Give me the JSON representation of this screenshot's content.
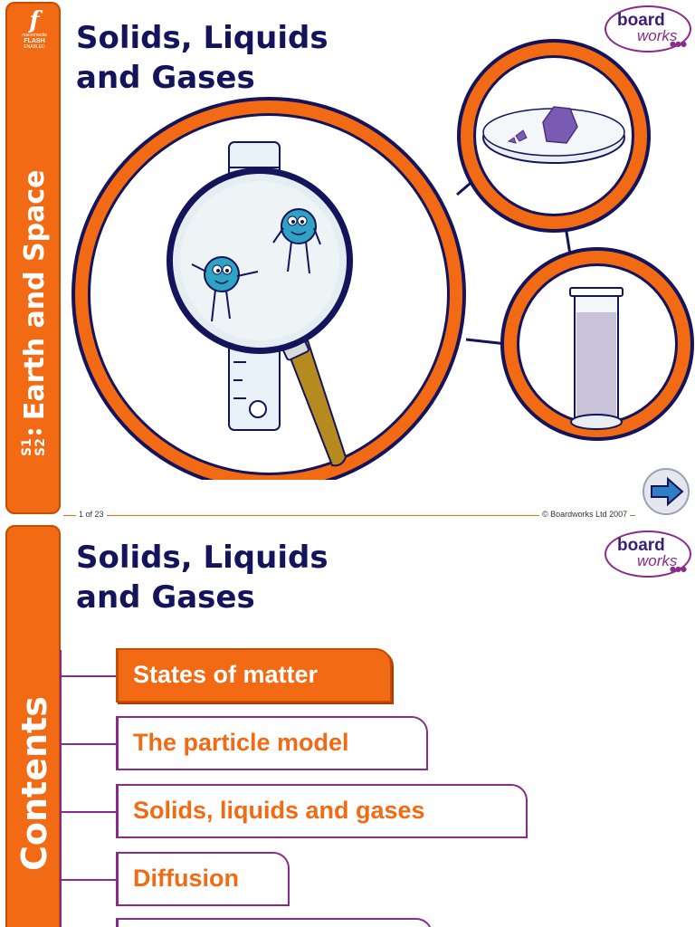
{
  "slide1": {
    "badge": {
      "line1": "macromedia",
      "line2": "FLASH",
      "line3": "ENABLED"
    },
    "sidebar": {
      "code_top": "S1",
      "code_bottom": "S2",
      "title": "Earth and Space"
    },
    "title_line1": "Solids, Liquids",
    "title_line2": "and Gases",
    "logo": {
      "board": "board",
      "works": "works"
    },
    "footer": {
      "page": "1 of 23",
      "copyright": "© Boardworks Ltd 2007"
    }
  },
  "slide2": {
    "sidebar": {
      "title": "Contents"
    },
    "title_line1": "Solids, Liquids",
    "title_line2": "and Gases",
    "logo": {
      "board": "board",
      "works": "works"
    },
    "menu": [
      {
        "label": "States of matter",
        "active": true
      },
      {
        "label": "The particle model",
        "active": false
      },
      {
        "label": "Solids, liquids and gases",
        "active": false
      },
      {
        "label": "Diffusion",
        "active": false
      },
      {
        "label": "",
        "active": false
      }
    ]
  },
  "colors": {
    "accent_orange": "#f26a14",
    "title_navy": "#14145c",
    "menu_purple": "#8a2b8a",
    "particle_blue": "#2ea3c4"
  },
  "icons": [
    "flash-logo-icon",
    "magnifying-glass-icon",
    "particle-character-icon",
    "petri-dish-icon",
    "measuring-cylinder-icon",
    "arrow-right-icon",
    "boardworks-logo"
  ]
}
